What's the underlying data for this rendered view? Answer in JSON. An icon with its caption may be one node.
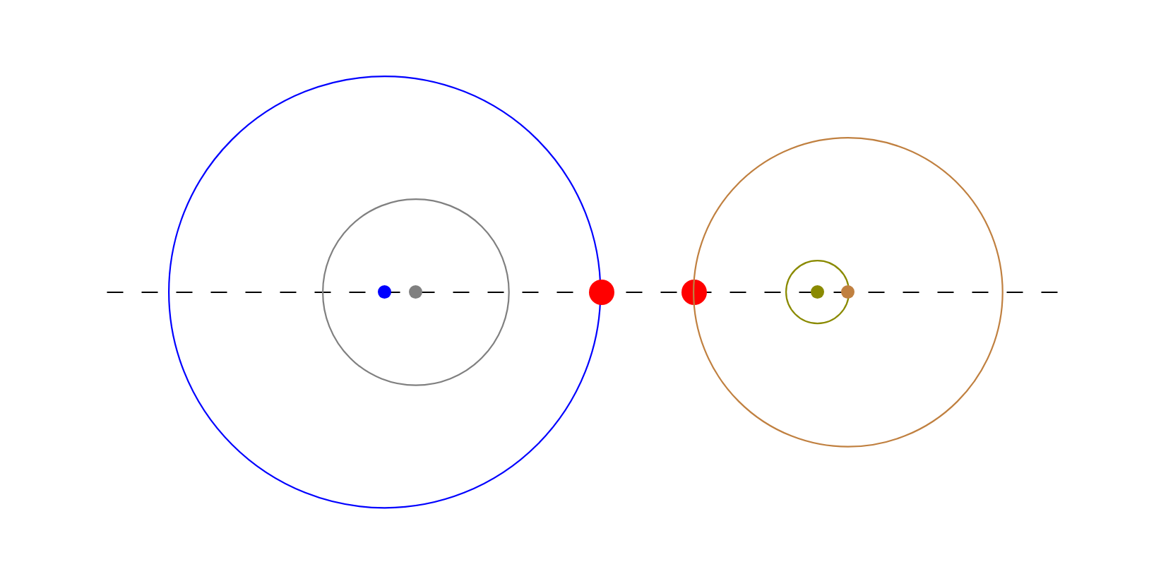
{
  "diagram": {
    "nodes": [
      {
        "text": [],
        "shape": "circle"
      },
      {
        "text": [],
        "shape": "circle",
        "in": 0
      },
      {
        "text": [],
        "shape": "circle",
        "in": 1
      },
      {
        "text": [],
        "shape": "circle",
        "in": 1
      },
      {
        "text": [],
        "shape": "circle"
      },
      {
        "text": [],
        "shape": "circle"
      },
      {
        "text": [],
        "shape": "circle"
      },
      {
        "text": [],
        "shape": "circle",
        "in": 6
      },
      {
        "text": [],
        "shape": "circle",
        "in": 7
      },
      {
        "text": [],
        "shape": "circle",
        "in": 6
      }
    ]
  }
}
